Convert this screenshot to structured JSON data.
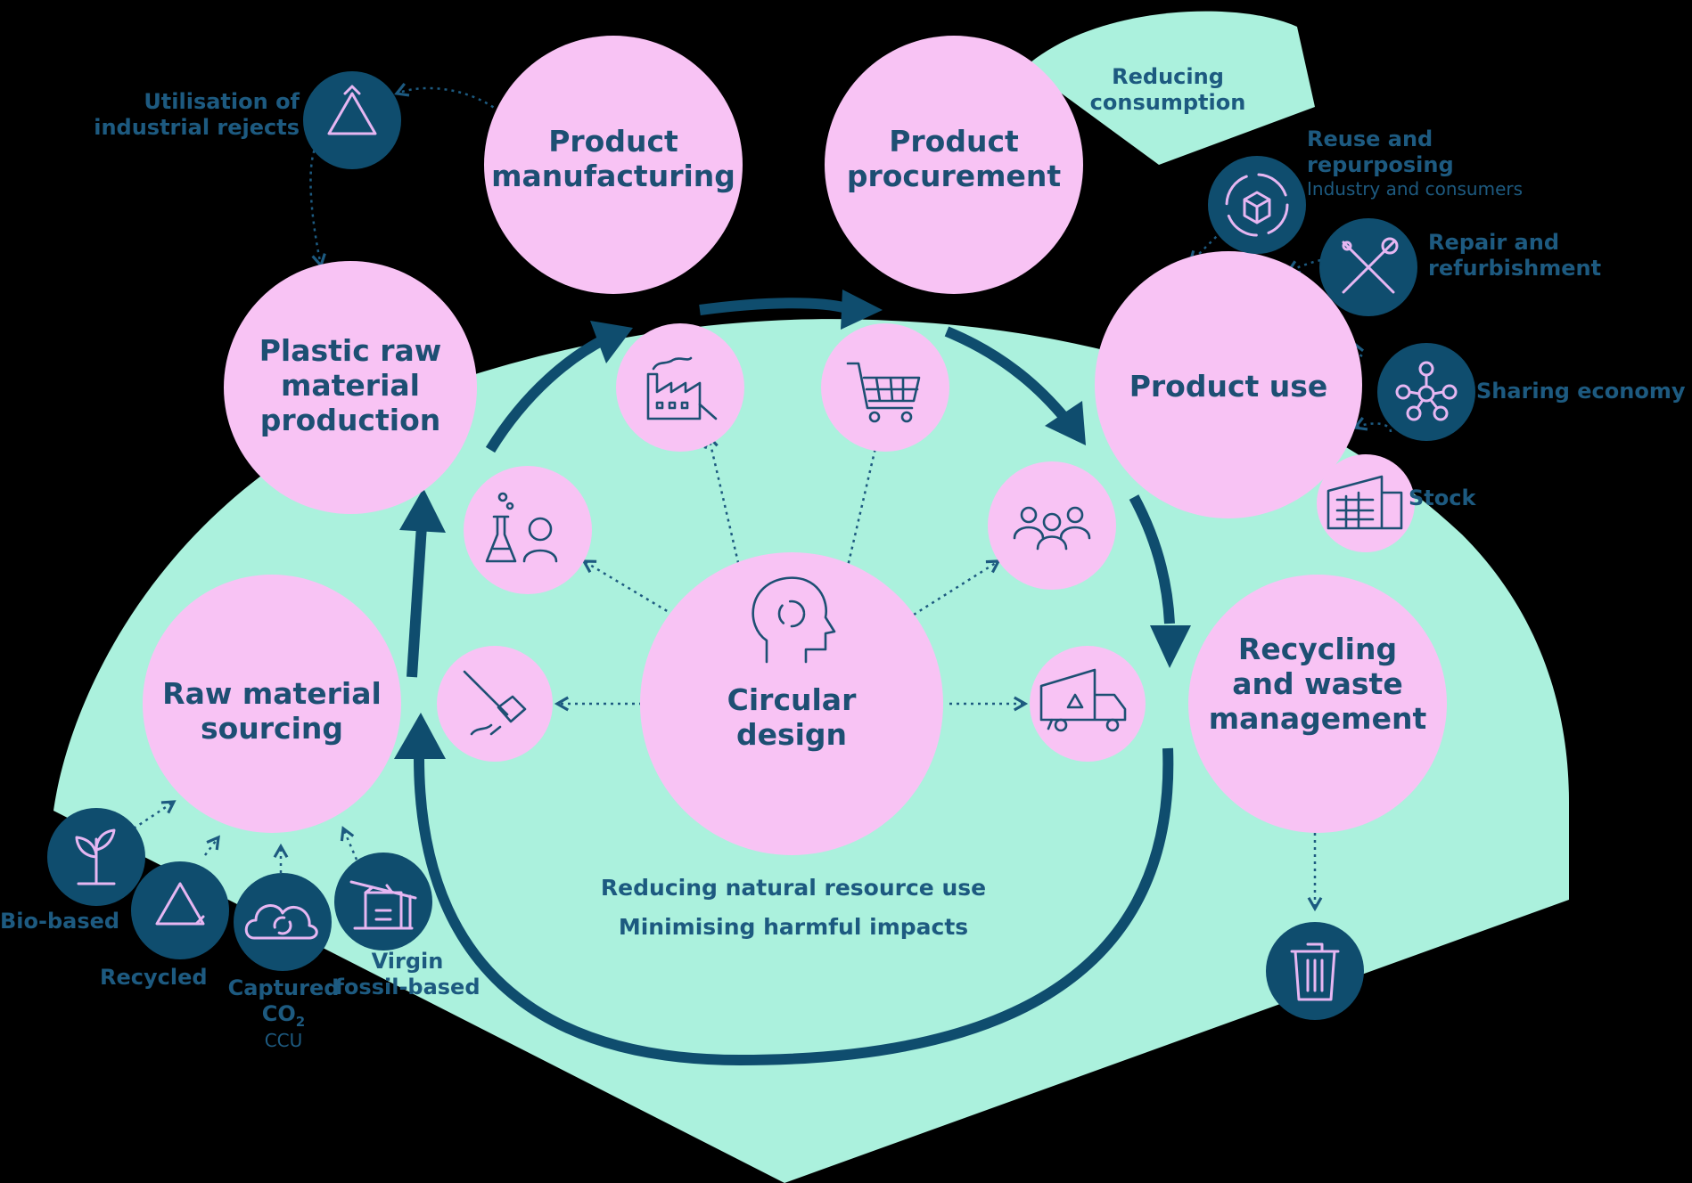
{
  "colors": {
    "pink": "#f8c3f4",
    "mint": "#abf1dd",
    "navy": "#0f4d6e",
    "text": "#1a3e5c",
    "icon_line": "#1d4f73",
    "light_icon": "#e6b6f2"
  },
  "nodes": {
    "manufacturing": "Product manufacturing",
    "procurement": "Product procurement",
    "plastic_production": "Plastic raw material production",
    "product_use": "Product use",
    "raw_sourcing": "Raw material sourcing",
    "circular_design": "Circular design",
    "recycling": "Recycling and waste management"
  },
  "feedstock": {
    "utilisation": "Utilisation of industrial rejects",
    "bio": "Bio-based",
    "recycled": "Recycled",
    "captured_line1": "Captured",
    "captured_co2": "CO",
    "captured_co2_sub": "2",
    "captured_ccu": "CCU",
    "virgin": "Virgin fossil-based"
  },
  "use_phase": {
    "reducing_consumption": "Reducing consumption",
    "reuse": "Reuse and repurposing",
    "reuse_sub": "Industry and consumers",
    "repair": "Repair and refurbishment",
    "sharing": "Sharing economy",
    "stock": "Stock"
  },
  "goals": {
    "line1": "Reducing natural resource use",
    "line2": "Minimising harmful impacts"
  },
  "icons": [
    "recycle-icon",
    "factory-icon",
    "shopping-cart-icon",
    "box-cycle-icon",
    "wrench-screwdriver-icon",
    "network-people-icon",
    "warehouse-icon",
    "flask-person-icon",
    "people-group-icon",
    "head-cycle-icon",
    "hammer-icon",
    "recycling-truck-icon",
    "sprout-icon",
    "cloud-cycle-icon",
    "oil-pump-icon",
    "trash-bin-icon"
  ]
}
